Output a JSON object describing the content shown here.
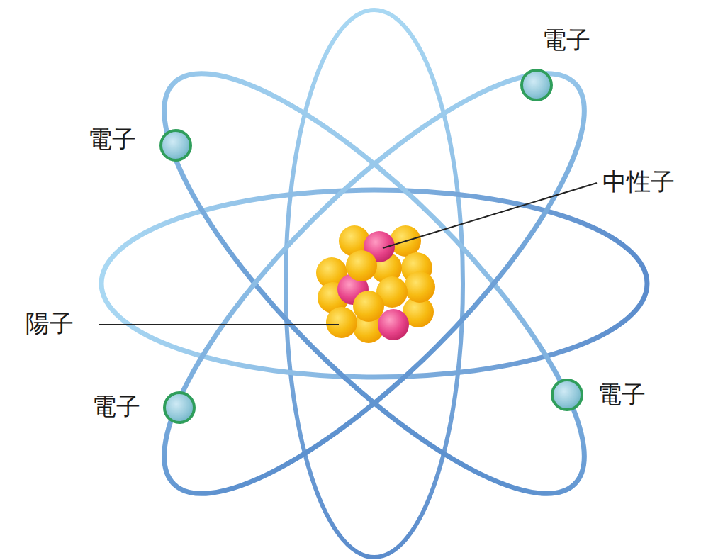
{
  "diagram": {
    "labels": [
      "電子",
      "電子",
      "中性子",
      "陽子",
      "電子",
      "電子"
    ]
  }
}
